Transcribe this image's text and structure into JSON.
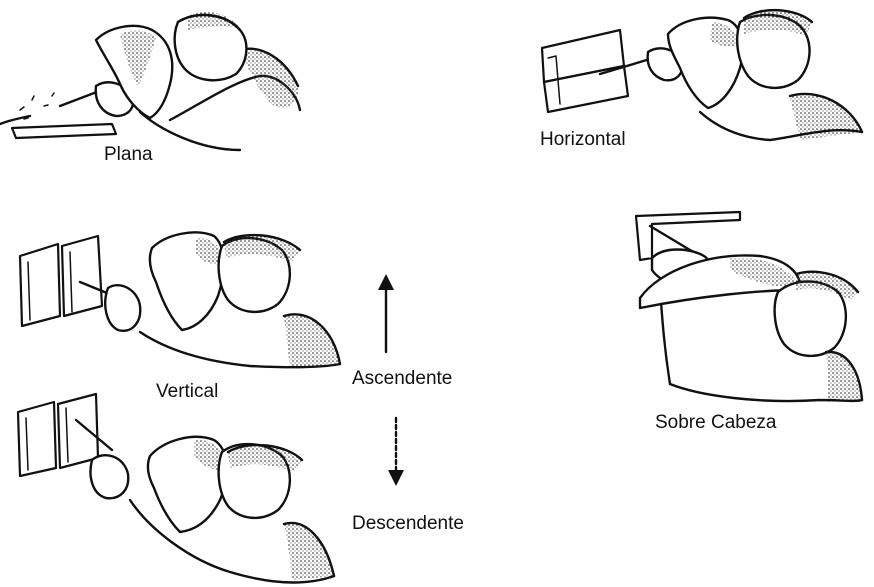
{
  "positions": {
    "flat": "Plana",
    "horizontal": "Horizontal",
    "vertical": "Vertical",
    "overhead": "Sobre Cabeza"
  },
  "directions": {
    "up": "Ascendente",
    "down": "Descendente"
  }
}
